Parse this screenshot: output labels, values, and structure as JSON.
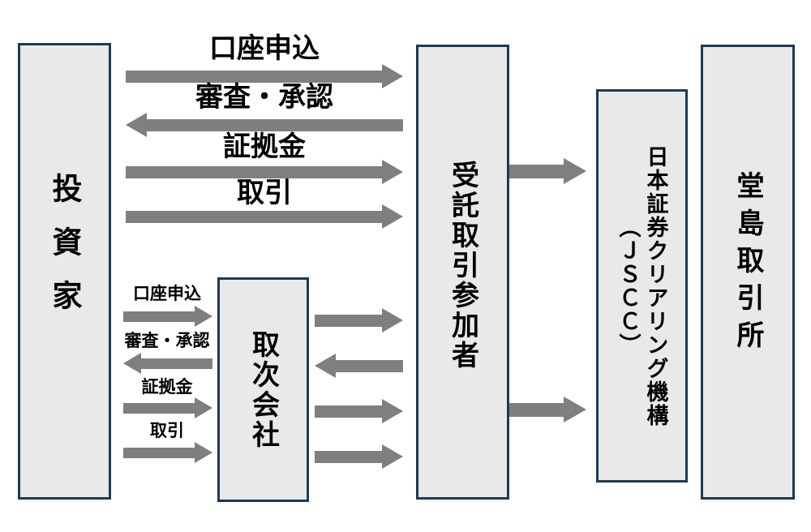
{
  "boxes": {
    "investor": {
      "label": "投資家"
    },
    "agent": {
      "label": "取次会社"
    },
    "participant": {
      "label": "受託取引参加者"
    },
    "jscc": {
      "label": "日本証券クリアリング機構（ＪＳＣＣ）"
    },
    "exchange": {
      "label": "堂島取引所"
    }
  },
  "flows": {
    "investor_to_participant": [
      {
        "label": "口座申込",
        "direction": "right"
      },
      {
        "label": "審査・承認",
        "direction": "left"
      },
      {
        "label": "証拠金",
        "direction": "right"
      },
      {
        "label": "取引",
        "direction": "right"
      }
    ],
    "investor_to_agent": [
      {
        "label": "口座申込",
        "direction": "right"
      },
      {
        "label": "審査・承認",
        "direction": "left"
      },
      {
        "label": "証拠金",
        "direction": "right"
      },
      {
        "label": "取引",
        "direction": "right"
      }
    ],
    "agent_to_participant": [
      {
        "direction": "right"
      },
      {
        "direction": "left"
      },
      {
        "direction": "right"
      },
      {
        "direction": "right"
      }
    ],
    "participant_to_jscc": [
      {
        "direction": "right"
      },
      {
        "direction": "right"
      }
    ]
  },
  "colors": {
    "arrow": "#7f7f7f",
    "box_fill": "#e9e9e9",
    "box_border": "#1c3a54",
    "text": "#000000",
    "background": "#ffffff"
  }
}
